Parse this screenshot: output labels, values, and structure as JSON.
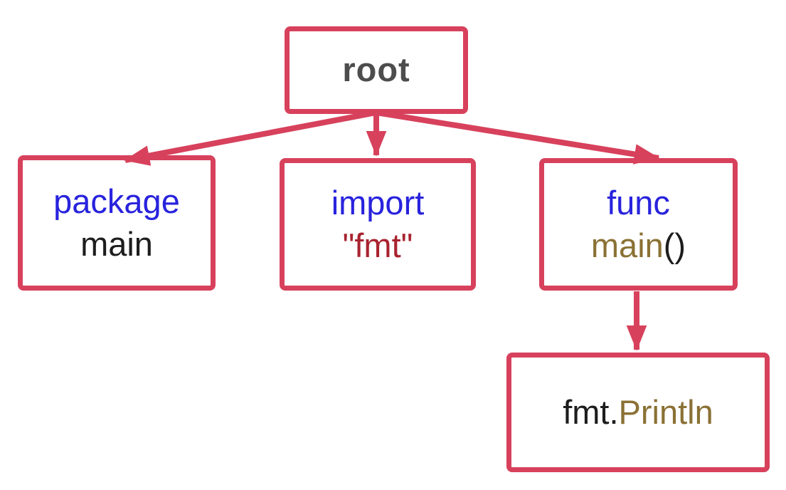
{
  "diagram": {
    "kind": "abstract-syntax-tree",
    "background_color": "#ffffff",
    "colors": {
      "box_border_and_arrows": "#d7415c",
      "keyword_blue": "#2823dd",
      "string_literal_red": "#a8232f",
      "identifier_olive": "#8a7134",
      "plain_text_dark": "#1d1d1d",
      "root_label_gray": "#4d4d4d"
    },
    "nodes": {
      "root": {
        "label": "root"
      },
      "package_main": {
        "keyword": "package",
        "name": "main"
      },
      "import_fmt": {
        "keyword": "import",
        "path": "\"fmt\""
      },
      "func_main": {
        "keyword": "func",
        "name": "main",
        "parens": "()"
      },
      "fmt_println": {
        "receiver": "fmt.",
        "method": "Println"
      }
    },
    "edges": [
      {
        "from": "root",
        "to": "package_main"
      },
      {
        "from": "root",
        "to": "import_fmt"
      },
      {
        "from": "root",
        "to": "func_main"
      },
      {
        "from": "func_main",
        "to": "fmt_println"
      }
    ]
  }
}
